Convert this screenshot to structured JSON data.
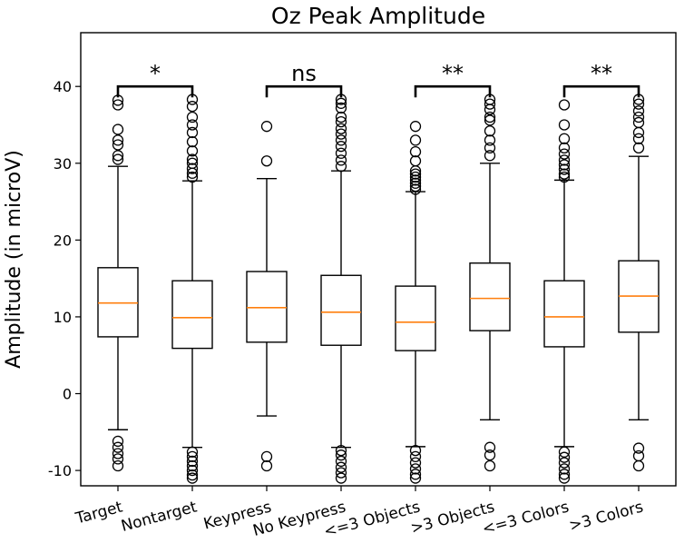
{
  "chart_data": {
    "type": "boxplot",
    "title": "Oz Peak Amplitude",
    "ylabel": "Amplitude (in microV)",
    "xlabel": "",
    "ylim": [
      -12,
      47
    ],
    "yticks": [
      -10,
      0,
      10,
      20,
      30,
      40
    ],
    "grid": false,
    "colors": {
      "median": "#ff7f0e",
      "box": "#000000"
    },
    "categories": [
      "Target",
      "Nontarget",
      "Keypress",
      "No Keypress",
      "<=3 Objects",
      ">3 Objects",
      "<=3 Colors",
      ">3 Colors"
    ],
    "boxes": [
      {
        "q1": 7.4,
        "median": 11.8,
        "q3": 16.4,
        "whisker_low": -4.7,
        "whisker_high": 29.6,
        "outliers": [
          38.2,
          37.6,
          34.4,
          33.0,
          32.4,
          31.0,
          30.5,
          -6.2,
          -7.0,
          -7.8,
          -8.5,
          -9.4
        ]
      },
      {
        "q1": 5.9,
        "median": 9.9,
        "q3": 14.7,
        "whisker_low": -7.0,
        "whisker_high": 27.7,
        "outliers": [
          38.3,
          37.4,
          36.0,
          35.0,
          34.0,
          32.8,
          31.6,
          30.5,
          30.0,
          29.3,
          28.7,
          28.2,
          -7.6,
          -8.2,
          -8.8,
          -9.4,
          -10.0,
          -10.6,
          -11.0
        ]
      },
      {
        "q1": 6.7,
        "median": 11.2,
        "q3": 15.9,
        "whisker_low": -2.9,
        "whisker_high": 28.0,
        "outliers": [
          34.8,
          30.3,
          -8.2,
          -9.4
        ]
      },
      {
        "q1": 6.3,
        "median": 10.6,
        "q3": 15.4,
        "whisker_low": -7.0,
        "whisker_high": 29.0,
        "outliers": [
          38.3,
          37.8,
          37.2,
          36.0,
          35.4,
          34.5,
          33.8,
          33.0,
          32.2,
          31.3,
          30.4,
          29.6,
          -7.4,
          -8.0,
          -8.8,
          -9.6,
          -10.3,
          -11.0
        ]
      },
      {
        "q1": 5.6,
        "median": 9.3,
        "q3": 14.0,
        "whisker_low": -6.9,
        "whisker_high": 26.3,
        "outliers": [
          34.8,
          33.0,
          31.5,
          30.3,
          29.0,
          28.6,
          28.2,
          27.8,
          27.4,
          27.0,
          26.6,
          -7.4,
          -8.2,
          -9.0,
          -9.8,
          -10.5,
          -11.0
        ]
      },
      {
        "q1": 8.2,
        "median": 12.4,
        "q3": 17.0,
        "whisker_low": -3.4,
        "whisker_high": 30.0,
        "outliers": [
          38.3,
          37.7,
          37.0,
          36.0,
          35.6,
          34.2,
          33.0,
          32.0,
          31.0,
          -7.0,
          -8.0,
          -9.4
        ]
      },
      {
        "q1": 6.1,
        "median": 10.0,
        "q3": 14.7,
        "whisker_low": -6.9,
        "whisker_high": 27.8,
        "outliers": [
          37.6,
          35.0,
          33.2,
          32.0,
          31.2,
          30.4,
          29.8,
          29.2,
          28.6,
          28.2,
          -7.6,
          -8.3,
          -9.0,
          -9.8,
          -10.5,
          -11.0
        ]
      },
      {
        "q1": 8.0,
        "median": 12.7,
        "q3": 17.3,
        "whisker_low": -3.4,
        "whisker_high": 30.9,
        "outliers": [
          38.3,
          37.7,
          36.8,
          36.0,
          35.3,
          34.0,
          33.2,
          32.0,
          -7.1,
          -8.1,
          -9.4
        ]
      }
    ],
    "annotations": [
      {
        "left": 0,
        "right": 1,
        "label": "*",
        "y": 40
      },
      {
        "left": 2,
        "right": 3,
        "label": "ns",
        "y": 40
      },
      {
        "left": 4,
        "right": 5,
        "label": "**",
        "y": 40
      },
      {
        "left": 6,
        "right": 7,
        "label": "**",
        "y": 40
      }
    ]
  }
}
